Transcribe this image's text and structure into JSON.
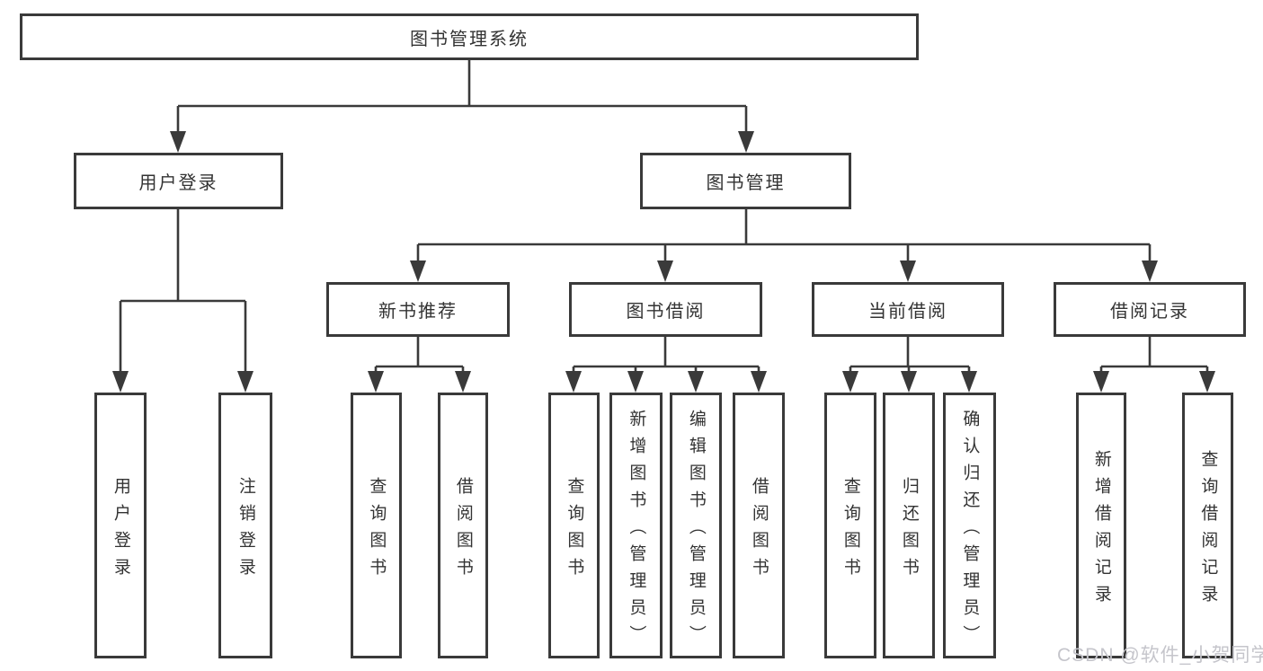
{
  "nodes": {
    "root": "图书管理系统",
    "user_login": "用户登录",
    "book_management": "图书管理",
    "new_book_recommend": "新书推荐",
    "book_borrow": "图书借阅",
    "current_borrow": "当前借阅",
    "borrow_records": "借阅记录",
    "leaves": {
      "user_login": [
        "用户登录",
        "注销登录"
      ],
      "new_book_recommend": [
        "查询图书",
        "借阅图书"
      ],
      "book_borrow": [
        "查询图书",
        "新增图书（管理员）",
        "编辑图书（管理员）",
        "借阅图书"
      ],
      "current_borrow": [
        "查询图书",
        "归还图书",
        "确认归还（管理员）"
      ],
      "borrow_records": [
        "新增借阅记录",
        "查询借阅记录"
      ]
    }
  },
  "watermark": "CSDN @软件_小贺同学",
  "colors": {
    "line": "#3a3a3a",
    "text": "#333333",
    "watermark": "#c5c5cb",
    "background": "#ffffff"
  }
}
